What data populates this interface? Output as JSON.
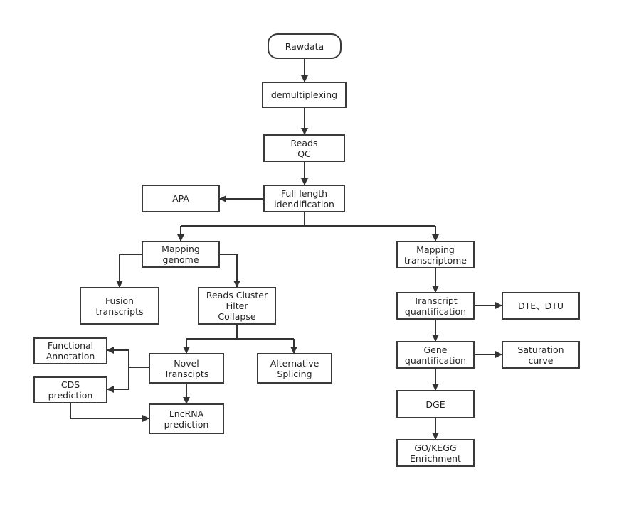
{
  "diagram": {
    "nodes": {
      "rawdata": "Rawdata",
      "demultiplexing": "demultiplexing",
      "reads_qc": "Reads\nQC",
      "full_length": "Full length\nidendification",
      "apa": "APA",
      "mapping_genome": "Mapping\ngenome",
      "mapping_transcriptome": "Mapping\ntranscriptome",
      "fusion_transcripts": "Fusion\ntranscripts",
      "reads_cluster": "Reads Cluster\nFilter\nCollapse",
      "transcript_quant": "Transcript\nquantification",
      "dte_dtu": "DTE、DTU",
      "functional_annotation": "Functional\nAnnotation",
      "novel_transcipts": "Novel\nTranscipts",
      "alternative_splicing": "Alternative\nSplicing",
      "gene_quant": "Gene\nquantification",
      "saturation_curve": "Saturation\ncurve",
      "cds_prediction": "CDS\nprediction",
      "lncrna_prediction": "LncRNA\nprediction",
      "dge": "DGE",
      "go_kegg": "GO/KEGG\nEnrichment"
    },
    "colors": {
      "stroke": "#3a3a3a",
      "text": "#222222",
      "background": "#ffffff"
    }
  }
}
